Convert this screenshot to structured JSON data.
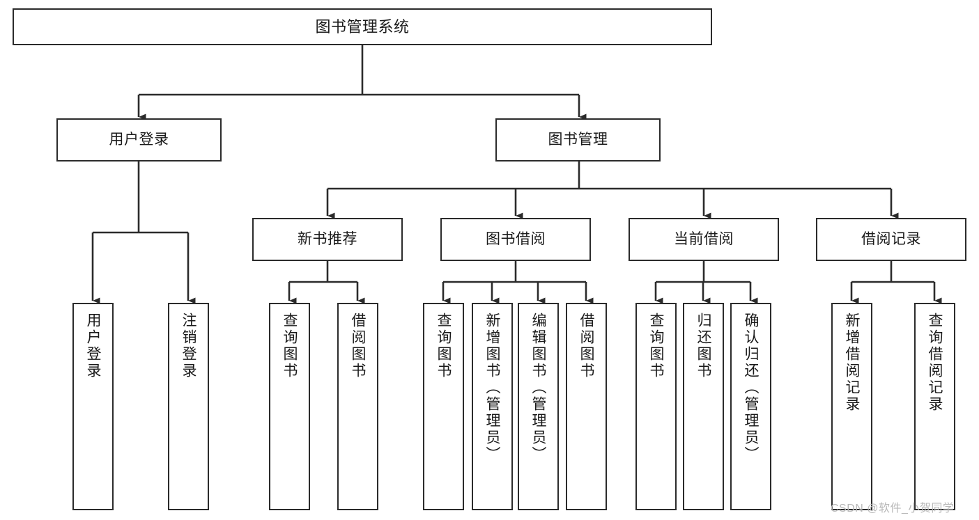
{
  "diagram": {
    "type": "tree-hierarchy-chart",
    "title": "图书管理系统",
    "watermark": "CSDN @软件_小贺同学",
    "colors": {
      "stroke": "#2b2b2b",
      "fill": "#ffffff",
      "text": "#1a1a1a",
      "watermark": "#b8b8b8"
    },
    "levels": {
      "root": {
        "label": "图书管理系统"
      },
      "level2": [
        {
          "id": "user-login",
          "label": "用户登录"
        },
        {
          "id": "book-management",
          "label": "图书管理"
        }
      ],
      "level3": [
        {
          "id": "new-book-recommend",
          "label": "新书推荐",
          "parent": "book-management"
        },
        {
          "id": "book-borrow",
          "label": "图书借阅",
          "parent": "book-management"
        },
        {
          "id": "current-borrow",
          "label": "当前借阅",
          "parent": "book-management"
        },
        {
          "id": "borrow-record",
          "label": "借阅记录",
          "parent": "book-management"
        }
      ],
      "leaves": [
        {
          "id": "leaf-user-login",
          "label": "用户登录",
          "parent": "user-login"
        },
        {
          "id": "leaf-user-logout",
          "label": "注销登录",
          "parent": "user-login"
        },
        {
          "id": "leaf-query-book-1",
          "label": "查询图书",
          "parent": "new-book-recommend"
        },
        {
          "id": "leaf-borrow-book-1",
          "label": "借阅图书",
          "parent": "new-book-recommend"
        },
        {
          "id": "leaf-query-book-2",
          "label": "查询图书",
          "parent": "book-borrow"
        },
        {
          "id": "leaf-add-book",
          "label": "新增图书（管理员）",
          "parent": "book-borrow"
        },
        {
          "id": "leaf-edit-book",
          "label": "编辑图书（管理员）",
          "parent": "book-borrow"
        },
        {
          "id": "leaf-borrow-book-2",
          "label": "借阅图书",
          "parent": "book-borrow"
        },
        {
          "id": "leaf-query-book-3",
          "label": "查询图书",
          "parent": "current-borrow"
        },
        {
          "id": "leaf-return-book",
          "label": "归还图书",
          "parent": "current-borrow"
        },
        {
          "id": "leaf-confirm-return",
          "label": "确认归还（管理员）",
          "parent": "current-borrow"
        },
        {
          "id": "leaf-add-record",
          "label": "新增借阅记录",
          "parent": "borrow-record"
        },
        {
          "id": "leaf-query-record",
          "label": "查询借阅记录",
          "parent": "borrow-record"
        }
      ]
    }
  }
}
